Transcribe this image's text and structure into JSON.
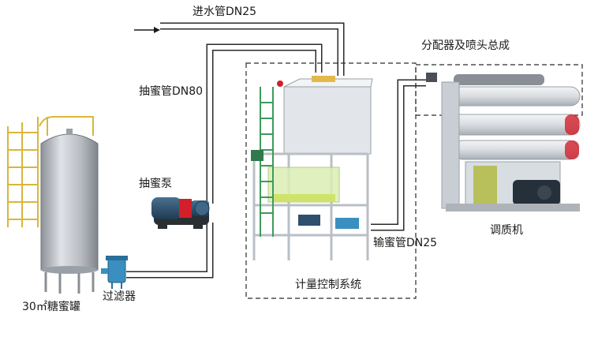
{
  "labels": {
    "water_pipe": "进水管DN25",
    "distributor": "分配器及喷头总成",
    "suction_pipe": "抽蜜管DN80",
    "pump": "抽蜜泵",
    "tank": "30㎡糖蜜罐",
    "filter": "过滤器",
    "delivery_pipe": "输蜜管DN25",
    "control_system": "计量控制系统",
    "conditioner": "调质机"
  },
  "colors": {
    "pipe": "#ffffff",
    "pipe_outline": "#2a2a2a",
    "tank_body": "#b9bcc2",
    "pump_body": "#2e4f6e",
    "pump_accent": "#d21f2a",
    "frame": "#c7ccd2",
    "ladder": "#e0c24a",
    "water_tank": "#cfe36a",
    "conditioner_body": "#d8dde2",
    "motor": "#25303a",
    "dashed_box": "#2a2a2a"
  }
}
